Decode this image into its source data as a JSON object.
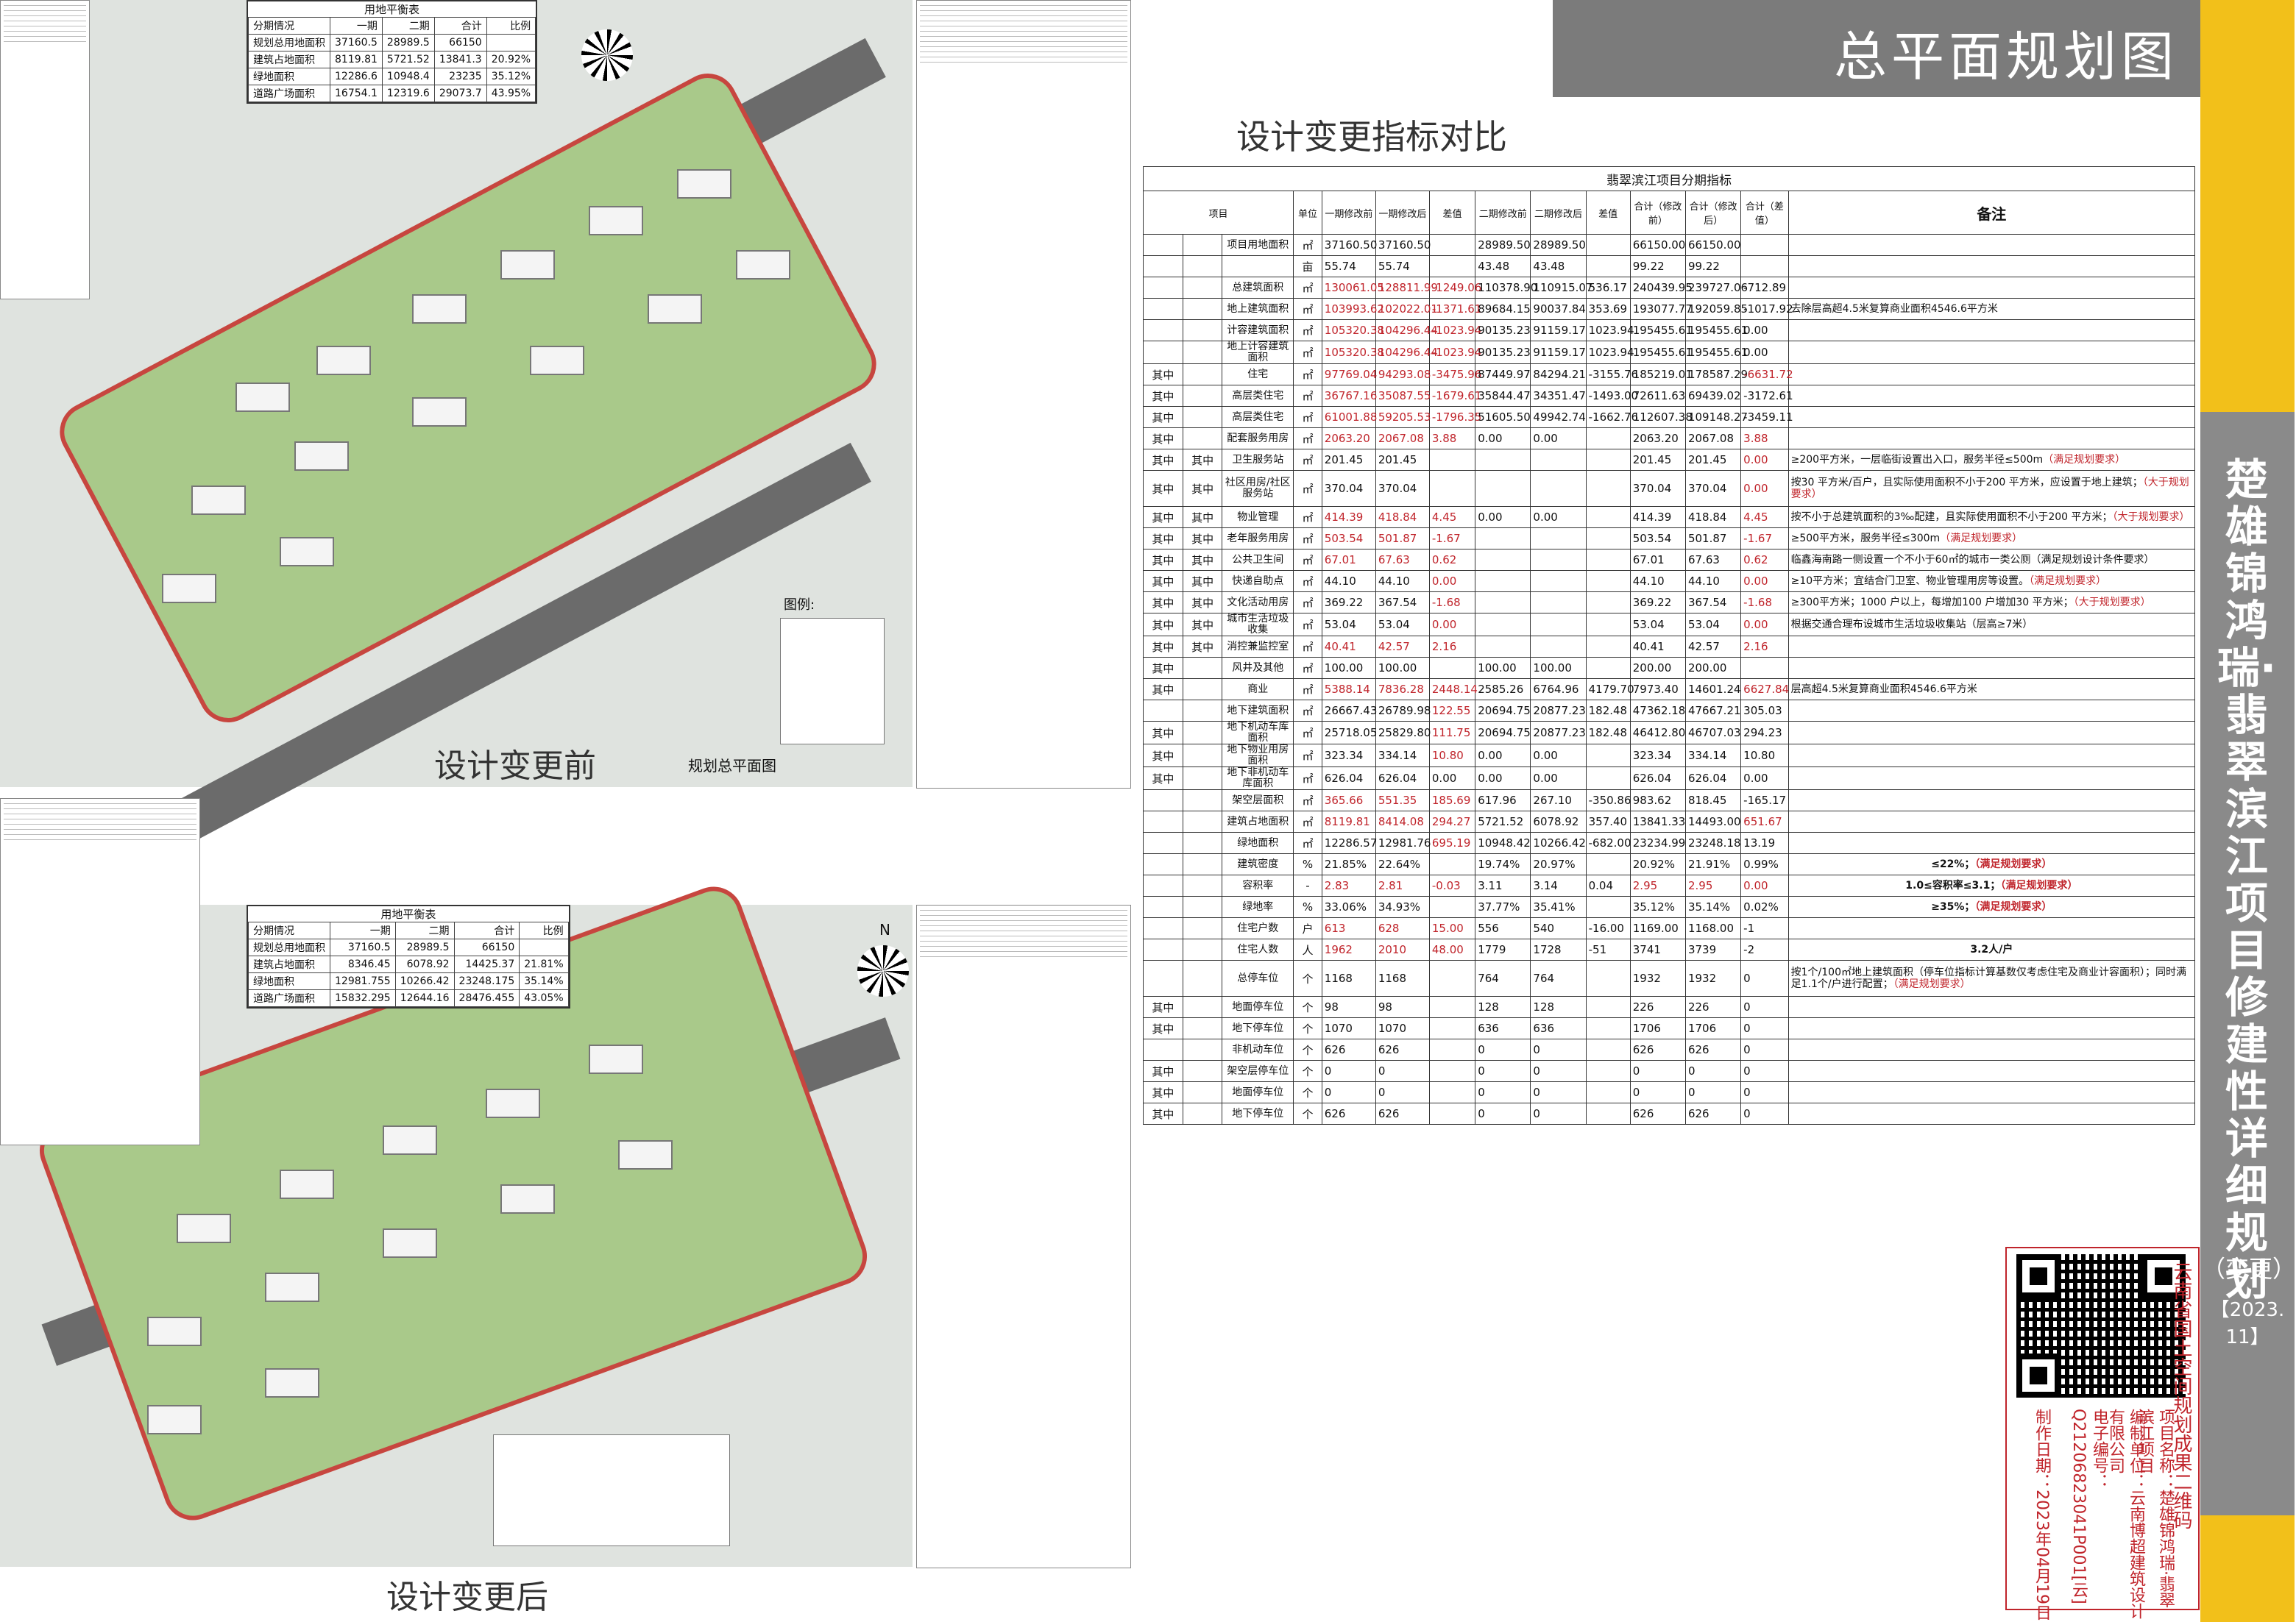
{
  "header": {
    "title": "总平面规划图"
  },
  "side": {
    "project": "楚雄锦鸿瑞·翡翠滨江项目修建性详细规划",
    "change": "（变更）",
    "date": "【2023. 11】"
  },
  "plans": {
    "before_label": "设计变更前",
    "after_label": "设计变更后",
    "legend_label": "图例:",
    "drawing_name": "规划总平面图",
    "north": "N"
  },
  "mini_before": {
    "title": "用地平衡表",
    "header": [
      "分期情况",
      "一期",
      "二期",
      "合计",
      "比例"
    ],
    "rows": [
      [
        "规划总用地面积",
        "37160.5",
        "28989.5",
        "66150",
        ""
      ],
      [
        "建筑占地面积",
        "8119.81",
        "5721.52",
        "13841.3",
        "20.92%"
      ],
      [
        "绿地面积",
        "12286.6",
        "10948.4",
        "23235",
        "35.12%"
      ],
      [
        "道路广场面积",
        "16754.1",
        "12319.6",
        "29073.7",
        "43.95%"
      ]
    ]
  },
  "mini_after": {
    "title": "用地平衡表",
    "header": [
      "分期情况",
      "一期",
      "二期",
      "合计",
      "比例"
    ],
    "rows": [
      [
        "规划总用地面积",
        "37160.5",
        "28989.5",
        "66150",
        ""
      ],
      [
        "建筑占地面积",
        "8346.45",
        "6078.92",
        "14425.37",
        "21.81%"
      ],
      [
        "绿地面积",
        "12981.755",
        "10266.42",
        "23248.175",
        "35.14%"
      ],
      [
        "道路广场面积",
        "15832.295",
        "12644.16",
        "28476.455",
        "43.05%"
      ]
    ]
  },
  "compare": {
    "heading": "设计变更指标对比",
    "title": "翡翠滨江项目分期指标",
    "col_headers": [
      "项目",
      "单位",
      "一期修改前",
      "一期修改后",
      "差值",
      "二期修改前",
      "二期修改后",
      "差值",
      "合计（修改前）",
      "合计（修改后）",
      "合计（差值）",
      "备注"
    ],
    "rows": [
      {
        "g1": "",
        "g2": "",
        "item": "项目用地面积",
        "unit": "㎡",
        "v": [
          "37160.50",
          "37160.50",
          "",
          "28989.50",
          "28989.50",
          "",
          "66150.00",
          "66150.00",
          ""
        ],
        "note": ""
      },
      {
        "g1": "",
        "g2": "",
        "item": "",
        "unit": "亩",
        "v": [
          "55.74",
          "55.74",
          "",
          "43.48",
          "43.48",
          "",
          "99.22",
          "99.22",
          ""
        ],
        "note": ""
      },
      {
        "g1": "",
        "g2": "",
        "item": "总建筑面积",
        "unit": "㎡",
        "v": [
          "130061.05",
          "128811.99",
          "-1249.06",
          "110378.90",
          "110915.07",
          "536.17",
          "240439.95",
          "239727.06",
          "-712.89"
        ],
        "red": [
          0,
          1,
          2
        ],
        "note": ""
      },
      {
        "g1": "",
        "g2": "",
        "item": "地上建筑面积",
        "unit": "㎡",
        "v": [
          "103993.62",
          "102022.01",
          "-1371.61",
          "89684.15",
          "90037.84",
          "353.69",
          "193077.77",
          "192059.85",
          "-1017.92"
        ],
        "red": [
          0,
          1,
          2
        ],
        "note": "去除层高超4.5米复算商业面积4546.6平方米"
      },
      {
        "g1": "",
        "g2": "",
        "item": "计容建筑面积",
        "unit": "㎡",
        "v": [
          "105320.38",
          "104296.44",
          "-1023.94",
          "90135.23",
          "91159.17",
          "1023.94",
          "195455.61",
          "195455.61",
          "0.00"
        ],
        "red": [
          0,
          1,
          2
        ],
        "note": ""
      },
      {
        "g1": "",
        "g2": "",
        "item": "地上计容建筑面积",
        "unit": "㎡",
        "v": [
          "105320.38",
          "104296.44",
          "-1023.94",
          "90135.23",
          "91159.17",
          "1023.94",
          "195455.61",
          "195455.61",
          "0.00"
        ],
        "red": [
          0,
          1,
          2
        ],
        "note": ""
      },
      {
        "g1": "其中",
        "g2": "",
        "item": "住宅",
        "unit": "㎡",
        "v": [
          "97769.04",
          "94293.08",
          "-3475.96",
          "87449.97",
          "84294.21",
          "-3155.76",
          "185219.01",
          "178587.29",
          "-6631.72"
        ],
        "red": [
          0,
          1,
          2,
          8
        ],
        "note": ""
      },
      {
        "g1": "其中",
        "g2": "",
        "item": "高层类住宅",
        "unit": "㎡",
        "v": [
          "36767.16",
          "35087.55",
          "-1679.61",
          "35844.47",
          "34351.47",
          "-1493.00",
          "72611.63",
          "69439.02",
          "-3172.61"
        ],
        "red": [
          0,
          1,
          2
        ],
        "note": ""
      },
      {
        "g1": "其中",
        "g2": "",
        "item": "高层类住宅",
        "unit": "㎡",
        "v": [
          "61001.88",
          "59205.53",
          "-1796.35",
          "51605.50",
          "49942.74",
          "-1662.76",
          "112607.38",
          "109148.27",
          "-3459.11"
        ],
        "red": [
          0,
          1,
          2
        ],
        "note": ""
      },
      {
        "g1": "其中",
        "g2": "",
        "item": "配套服务用房",
        "unit": "㎡",
        "v": [
          "2063.20",
          "2067.08",
          "3.88",
          "0.00",
          "0.00",
          "",
          "2063.20",
          "2067.08",
          "3.88"
        ],
        "red": [
          0,
          1,
          2,
          8
        ],
        "note": ""
      },
      {
        "g1": "其中",
        "g2": "其中",
        "item": "卫生服务站",
        "unit": "㎡",
        "v": [
          "201.45",
          "201.45",
          "",
          "",
          "",
          "",
          "201.45",
          "201.45",
          "0.00"
        ],
        "red": [
          8
        ],
        "note": "≥200平方米，一层临街设置出入口，服务半径≤500m",
        "note_red": "（满足规划要求）"
      },
      {
        "g1": "其中",
        "g2": "其中",
        "item": "社区用房/社区服务站",
        "unit": "㎡",
        "v": [
          "370.04",
          "370.04",
          "",
          "",
          "",
          "",
          "370.04",
          "370.04",
          "0.00"
        ],
        "red": [
          8
        ],
        "note": "按30 平方米/百户，且实际使用面积不小于200 平方米，应设置于地上建筑；",
        "note_red": "（大于规划要求）",
        "tall": true
      },
      {
        "g1": "其中",
        "g2": "其中",
        "item": "物业管理",
        "unit": "㎡",
        "v": [
          "414.39",
          "418.84",
          "4.45",
          "0.00",
          "0.00",
          "",
          "414.39",
          "418.84",
          "4.45"
        ],
        "red": [
          0,
          1,
          2,
          8
        ],
        "note": "按不小于总建筑面积的3‰配建，且实际使用面积不小于200 平方米；",
        "note_red": "（大于规划要求）"
      },
      {
        "g1": "其中",
        "g2": "其中",
        "item": "老年服务用房",
        "unit": "㎡",
        "v": [
          "503.54",
          "501.87",
          "-1.67",
          "",
          "",
          "",
          "503.54",
          "501.87",
          "-1.67"
        ],
        "red": [
          0,
          1,
          2,
          8
        ],
        "note": "≥500平方米，服务半径≤300m",
        "note_red": "（满足规划要求）"
      },
      {
        "g1": "其中",
        "g2": "其中",
        "item": "公共卫生间",
        "unit": "㎡",
        "v": [
          "67.01",
          "67.63",
          "0.62",
          "",
          "",
          "",
          "67.01",
          "67.63",
          "0.62"
        ],
        "red": [
          0,
          1,
          2,
          8
        ],
        "note": "临鑫海南路一侧设置一个不小于60㎡的城市一类公厕（满足规划设计条件要求）",
        "note_red": ""
      },
      {
        "g1": "其中",
        "g2": "其中",
        "item": "快递自助点",
        "unit": "㎡",
        "v": [
          "44.10",
          "44.10",
          "0.00",
          "",
          "",
          "",
          "44.10",
          "44.10",
          "0.00"
        ],
        "red": [
          2,
          8
        ],
        "note": "≥10平方米；宜结合门卫室、物业管理用房等设置。",
        "note_red": "（满足规划要求）"
      },
      {
        "g1": "其中",
        "g2": "其中",
        "item": "文化活动用房",
        "unit": "㎡",
        "v": [
          "369.22",
          "367.54",
          "-1.68",
          "",
          "",
          "",
          "369.22",
          "367.54",
          "-1.68"
        ],
        "red": [
          2,
          8
        ],
        "note": "≥300平方米；1000 户以上，每增加100 户增加30 平方米；",
        "note_red": "（大于规划要求）"
      },
      {
        "g1": "其中",
        "g2": "其中",
        "item": "城市生活垃圾收集",
        "unit": "㎡",
        "v": [
          "53.04",
          "53.04",
          "0.00",
          "",
          "",
          "",
          "53.04",
          "53.04",
          "0.00"
        ],
        "red": [
          2,
          8
        ],
        "note": "根据交通合理布设城市生活垃圾收集站（层高≥7米）",
        "note_red": ""
      },
      {
        "g1": "其中",
        "g2": "其中",
        "item": "消控兼监控室",
        "unit": "㎡",
        "v": [
          "40.41",
          "42.57",
          "2.16",
          "",
          "",
          "",
          "40.41",
          "42.57",
          "2.16"
        ],
        "red": [
          0,
          1,
          2,
          8
        ],
        "note": ""
      },
      {
        "g1": "其中",
        "g2": "",
        "item": "风井及其他",
        "unit": "㎡",
        "v": [
          "100.00",
          "100.00",
          "",
          "100.00",
          "100.00",
          "",
          "200.00",
          "200.00",
          ""
        ],
        "note": ""
      },
      {
        "g1": "其中",
        "g2": "",
        "item": "商业",
        "unit": "㎡",
        "v": [
          "5388.14",
          "7836.28",
          "2448.14",
          "2585.26",
          "6764.96",
          "4179.70",
          "7973.40",
          "14601.24",
          "6627.84"
        ],
        "red": [
          0,
          1,
          2,
          8
        ],
        "note": "层高超4.5米复算商业面积4546.6平方米"
      },
      {
        "g1": "",
        "g2": "",
        "item": "地下建筑面积",
        "unit": "㎡",
        "v": [
          "26667.43",
          "26789.98",
          "122.55",
          "20694.75",
          "20877.23",
          "182.48",
          "47362.18",
          "47667.21",
          "305.03"
        ],
        "red": [
          2
        ],
        "note": ""
      },
      {
        "g1": "其中",
        "g2": "",
        "item": "地下机动车库面积",
        "unit": "㎡",
        "v": [
          "25718.05",
          "25829.80",
          "111.75",
          "20694.75",
          "20877.23",
          "182.48",
          "46412.80",
          "46707.03",
          "294.23"
        ],
        "red": [
          2
        ],
        "note": ""
      },
      {
        "g1": "其中",
        "g2": "",
        "item": "地下物业用房面积",
        "unit": "㎡",
        "v": [
          "323.34",
          "334.14",
          "10.80",
          "0.00",
          "0.00",
          "",
          "323.34",
          "334.14",
          "10.80"
        ],
        "red": [
          2
        ],
        "note": ""
      },
      {
        "g1": "其中",
        "g2": "",
        "item": "地下非机动车库面积",
        "unit": "㎡",
        "v": [
          "626.04",
          "626.04",
          "0.00",
          "0.00",
          "0.00",
          "",
          "626.04",
          "626.04",
          "0.00"
        ],
        "note": ""
      },
      {
        "g1": "",
        "g2": "",
        "item": "架空层面积",
        "unit": "㎡",
        "v": [
          "365.66",
          "551.35",
          "185.69",
          "617.96",
          "267.10",
          "-350.86",
          "983.62",
          "818.45",
          "-165.17"
        ],
        "red": [
          0,
          1,
          2
        ],
        "note": ""
      },
      {
        "g1": "",
        "g2": "",
        "item": "建筑占地面积",
        "unit": "㎡",
        "v": [
          "8119.81",
          "8414.08",
          "294.27",
          "5721.52",
          "6078.92",
          "357.40",
          "13841.33",
          "14493.00",
          "651.67"
        ],
        "red": [
          0,
          1,
          2,
          8
        ],
        "note": ""
      },
      {
        "g1": "",
        "g2": "",
        "item": "绿地面积",
        "unit": "㎡",
        "v": [
          "12286.57",
          "12981.76",
          "695.19",
          "10948.42",
          "10266.42",
          "-682.00",
          "23234.99",
          "23248.18",
          "13.19"
        ],
        "red": [
          2
        ],
        "note": ""
      },
      {
        "g1": "",
        "g2": "",
        "item": "建筑密度",
        "unit": "%",
        "v": [
          "21.85%",
          "22.64%",
          "",
          "19.74%",
          "20.97%",
          "",
          "20.92%",
          "21.91%",
          "0.99%"
        ],
        "note": "≤22%；",
        "note_red": "（满足规划要求）",
        "center": true
      },
      {
        "g1": "",
        "g2": "",
        "item": "容积率",
        "unit": "-",
        "v": [
          "2.83",
          "2.81",
          "-0.03",
          "3.11",
          "3.14",
          "0.04",
          "2.95",
          "2.95",
          "0.00"
        ],
        "red": [
          0,
          1,
          2,
          6,
          7,
          8
        ],
        "note": "1.0≤容积率≤3.1；",
        "note_red": "（满足规划要求）",
        "center": true
      },
      {
        "g1": "",
        "g2": "",
        "item": "绿地率",
        "unit": "%",
        "v": [
          "33.06%",
          "34.93%",
          "",
          "37.77%",
          "35.41%",
          "",
          "35.12%",
          "35.14%",
          "0.02%"
        ],
        "note": "≥35%；",
        "note_red": "（满足规划要求）",
        "center": true
      },
      {
        "g1": "",
        "g2": "",
        "item": "住宅户数",
        "unit": "户",
        "v": [
          "613",
          "628",
          "15.00",
          "556",
          "540",
          "-16.00",
          "1169.00",
          "1168.00",
          "-1"
        ],
        "red": [
          0,
          1,
          2
        ],
        "note": ""
      },
      {
        "g1": "",
        "g2": "",
        "item": "住宅人数",
        "unit": "人",
        "v": [
          "1962",
          "2010",
          "48.00",
          "1779",
          "1728",
          "-51",
          "3741",
          "3739",
          "-2"
        ],
        "red": [
          0,
          1,
          2
        ],
        "note": "3.2人/户",
        "center": true
      },
      {
        "g1": "",
        "g2": "",
        "item": "总停车位",
        "unit": "个",
        "v": [
          "1168",
          "1168",
          "",
          "764",
          "764",
          "",
          "1932",
          "1932",
          "0"
        ],
        "note": "按1个/100㎡地上建筑面积（停车位指标计算基数仅考虑住宅及商业计容面积）；同时满足1.1个/户进行配置；",
        "note_red": "（满足规划要求）",
        "tall": true
      },
      {
        "g1": "其中",
        "g2": "",
        "item": "地面停车位",
        "unit": "个",
        "v": [
          "98",
          "98",
          "",
          "128",
          "128",
          "",
          "226",
          "226",
          "0"
        ],
        "note": ""
      },
      {
        "g1": "其中",
        "g2": "",
        "item": "地下停车位",
        "unit": "个",
        "v": [
          "1070",
          "1070",
          "",
          "636",
          "636",
          "",
          "1706",
          "1706",
          "0"
        ],
        "note": ""
      },
      {
        "g1": "",
        "g2": "",
        "item": "非机动车位",
        "unit": "个",
        "v": [
          "626",
          "626",
          "",
          "0",
          "0",
          "",
          "626",
          "626",
          "0"
        ],
        "note": ""
      },
      {
        "g1": "其中",
        "g2": "",
        "item": "架空层停车位",
        "unit": "个",
        "v": [
          "0",
          "0",
          "",
          "0",
          "0",
          "",
          "0",
          "0",
          "0"
        ],
        "note": ""
      },
      {
        "g1": "其中",
        "g2": "",
        "item": "地面停车位",
        "unit": "个",
        "v": [
          "0",
          "0",
          "",
          "0",
          "0",
          "",
          "0",
          "0",
          "0"
        ],
        "note": ""
      },
      {
        "g1": "其中",
        "g2": "",
        "item": "地下停车位",
        "unit": "个",
        "v": [
          "626",
          "626",
          "",
          "0",
          "0",
          "",
          "626",
          "626",
          "0"
        ],
        "note": ""
      }
    ]
  },
  "qr": {
    "title": "云南省国土空间规划成果二维码",
    "project": "项目名称：楚雄锦鸿瑞·翡翠滨江项目",
    "unit": "编制单位：云南博超建筑设计有限公司",
    "code": "电子编号：Q21206823041P001[云]",
    "date": "制作日期：2023年04月19日"
  },
  "colors": {
    "header_gray": "#7b7b7b",
    "strip_yellow": "#f2c01a",
    "strip_gray": "#8a8a8a",
    "red": "#c0242b",
    "site_green": "#a9c98a"
  }
}
